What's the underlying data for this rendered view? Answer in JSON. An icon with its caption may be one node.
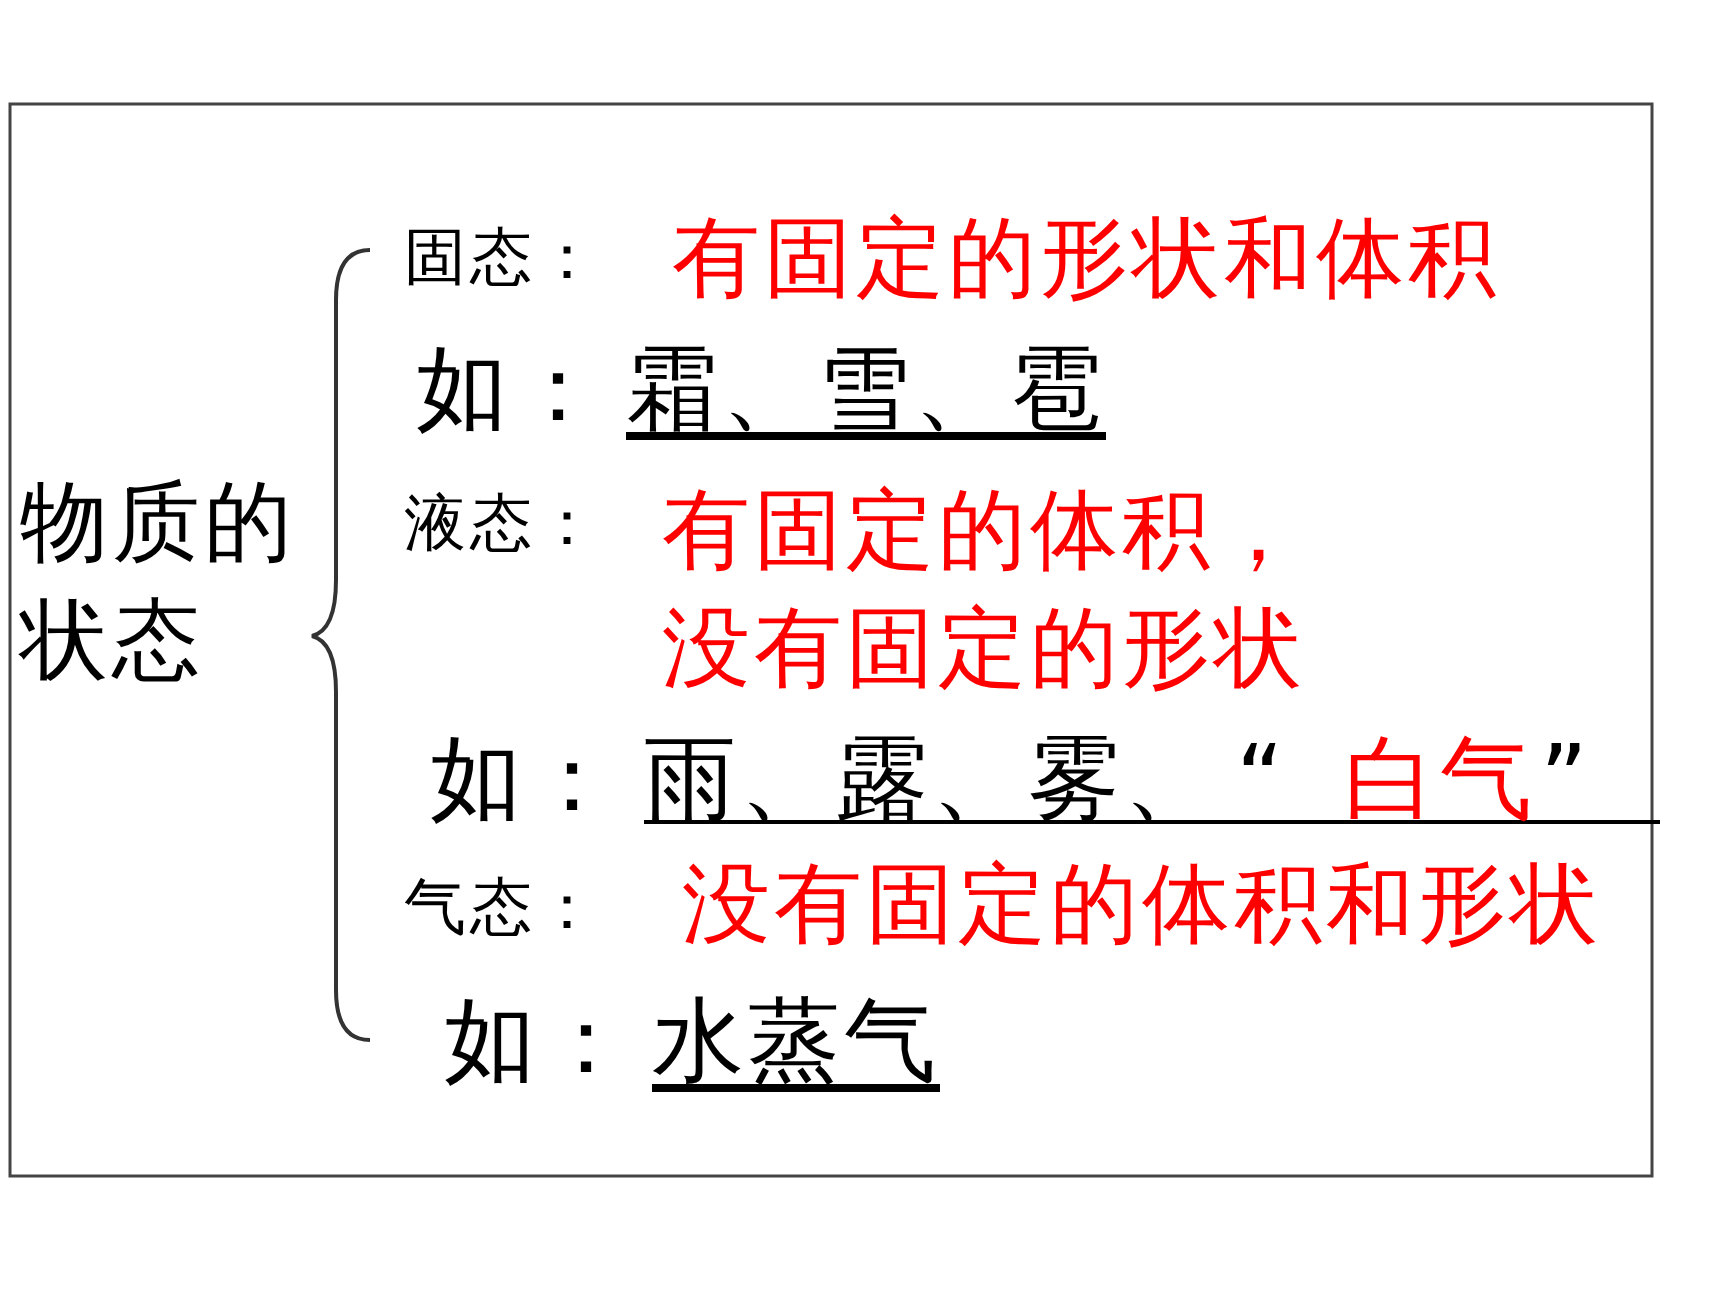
{
  "diagram": {
    "labels": [
      "物质的状态",
      "固态：",
      "有固定的形状和体积",
      "如：",
      "霜、雪、雹",
      "液态：",
      "有固定的体积，没有固定的形状",
      "如：",
      "雨、露、雾、",
      "“",
      "白气",
      "”",
      "气态：",
      "没有固定的体积和形状",
      "如：",
      "水蒸气"
    ]
  }
}
